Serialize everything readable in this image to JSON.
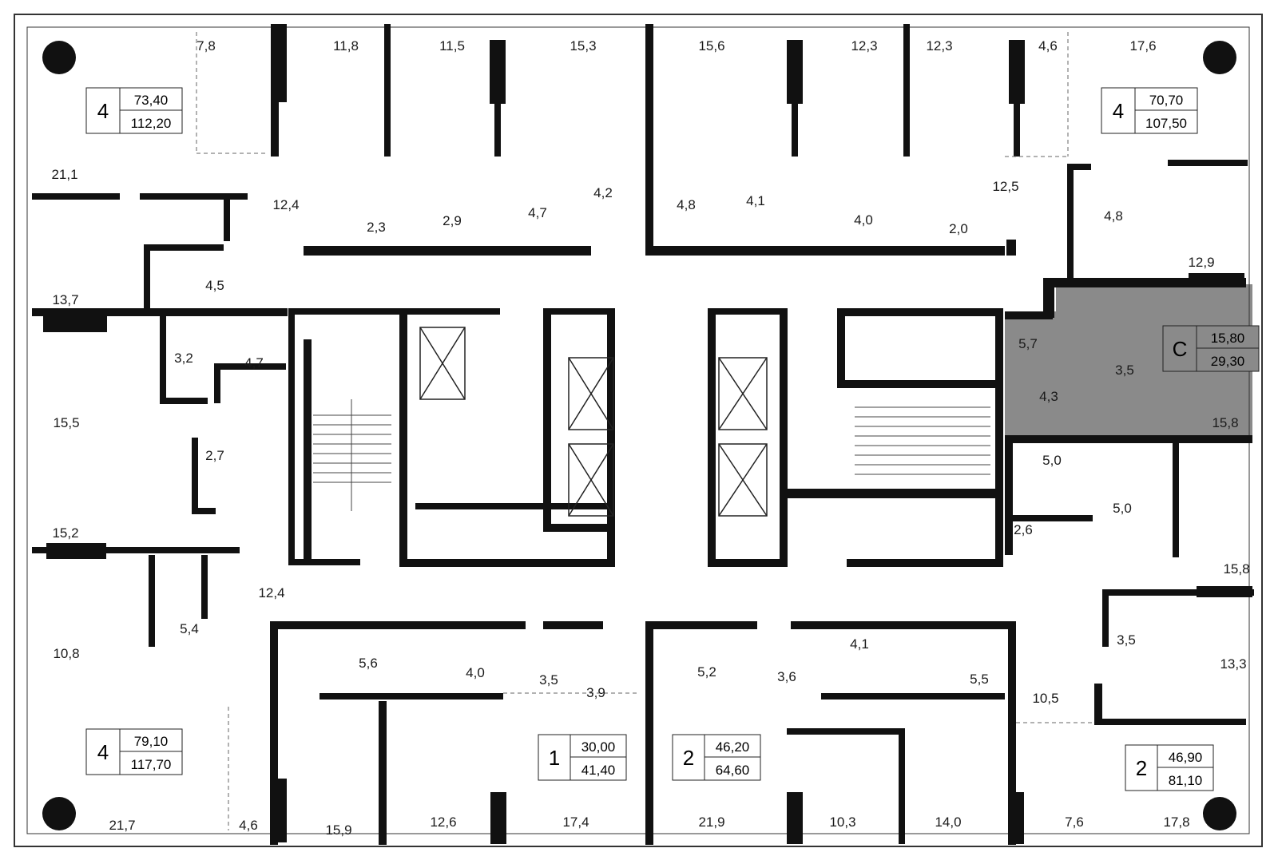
{
  "floor_plan": {
    "rooms": {
      "r_7_8": "7,8",
      "r_11_8": "11,8",
      "r_11_5": "11,5",
      "r_15_3": "15,3",
      "r_15_6": "15,6",
      "r_12_3a": "12,3",
      "r_12_3b": "12,3",
      "r_4_6a": "4,6",
      "r_17_6": "17,6",
      "r_21_1": "21,1",
      "r_12_4a": "12,4",
      "r_2_3": "2,3",
      "r_2_9": "2,9",
      "r_4_7a": "4,7",
      "r_4_2": "4,2",
      "r_4_8a": "4,8",
      "r_4_1a": "4,1",
      "r_4_0a": "4,0",
      "r_2_0": "2,0",
      "r_12_5": "12,5",
      "r_4_8b": "4,8",
      "r_12_9": "12,9",
      "r_4_5": "4,5",
      "r_13_7": "13,7",
      "r_3_2": "3,2",
      "r_4_7b": "4,7",
      "r_5_7": "5,7",
      "r_3_5a": "3,5",
      "r_4_3": "4,3",
      "r_15_8a": "15,8",
      "r_15_5": "15,5",
      "r_2_7": "2,7",
      "r_5_0a": "5,0",
      "r_5_0b": "5,0",
      "r_2_6": "2,6",
      "r_15_2": "15,2",
      "r_12_4b": "12,4",
      "r_15_8b": "15,8",
      "r_5_4": "5,4",
      "r_3_5b": "3,5",
      "r_13_3": "13,3",
      "r_10_8": "10,8",
      "r_5_6": "5,6",
      "r_4_0b": "4,0",
      "r_3_5c": "3,5",
      "r_3_9": "3,9",
      "r_5_2": "5,2",
      "r_3_6": "3,6",
      "r_4_1b": "4,1",
      "r_5_5": "5,5",
      "r_10_5": "10,5",
      "r_21_7": "21,7",
      "r_4_6b": "4,6",
      "r_15_9": "15,9",
      "r_12_6": "12,6",
      "r_17_4": "17,4",
      "r_21_9": "21,9",
      "r_10_3": "10,3",
      "r_14_0": "14,0",
      "r_7_6": "7,6",
      "r_17_8": "17,8"
    },
    "apartments": [
      {
        "rooms": "4",
        "living_area": "73,40",
        "total_area": "112,20"
      },
      {
        "rooms": "4",
        "living_area": "70,70",
        "total_area": "107,50"
      },
      {
        "rooms": "С",
        "living_area": "15,80",
        "total_area": "29,30"
      },
      {
        "rooms": "4",
        "living_area": "79,10",
        "total_area": "117,70"
      },
      {
        "rooms": "1",
        "living_area": "30,00",
        "total_area": "41,40"
      },
      {
        "rooms": "2",
        "living_area": "46,20",
        "total_area": "64,60"
      },
      {
        "rooms": "2",
        "living_area": "46,90",
        "total_area": "81,10"
      }
    ],
    "colors": {
      "wall": "#111111",
      "highlight": "#8a8a8a",
      "background": "#ffffff"
    }
  }
}
